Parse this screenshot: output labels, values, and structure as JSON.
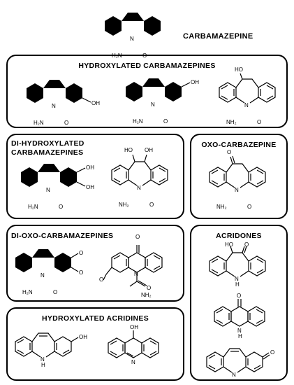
{
  "header": {
    "title": "CARBAMAZEPINE"
  },
  "groups": {
    "hydroxylated_carbamazepines": {
      "title": "HYDROXYLATED CARBAMAZEPINES"
    },
    "dihydroxylated_carbamazepines": {
      "title_line1": "DI-HYDROXYLATED",
      "title_line2": "CARBAMAZEPINES"
    },
    "oxo_carbazepine": {
      "title": "OXO-CARBAZEPINE"
    },
    "dioxo_carbamazepines": {
      "title": "DI-OXO-CARBAMAZEPINES"
    },
    "acridones": {
      "title": "ACRIDONES"
    },
    "hydroxylated_acridines": {
      "title": "HYDROXYLATED ACRIDINES"
    }
  },
  "atoms": {
    "N": "N",
    "O": "O",
    "OH": "OH",
    "HO": "HO",
    "H2N": "H₂N",
    "NH2": "NH₂",
    "H": "H"
  }
}
